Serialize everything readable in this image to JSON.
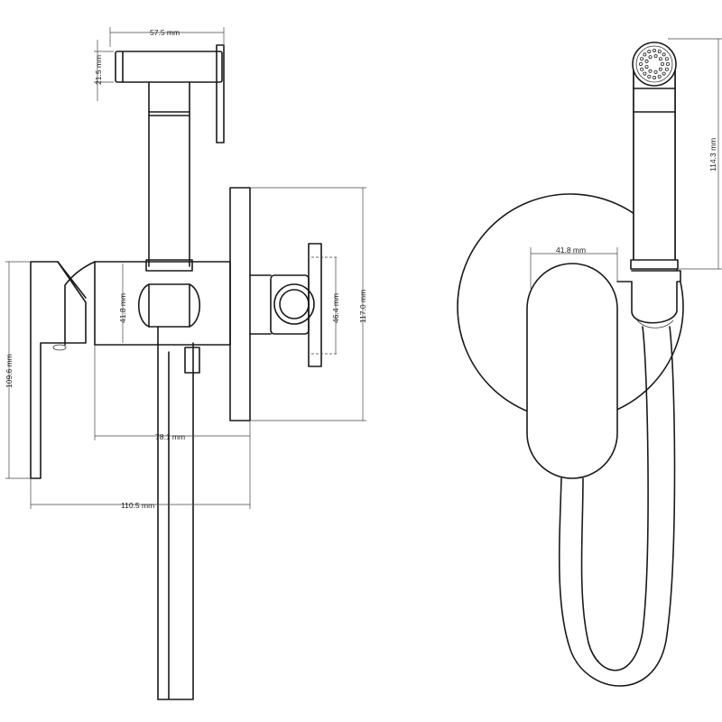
{
  "dimensions": {
    "head_length": "57.5 mm",
    "head_height": "21.5 mm",
    "body_diameter": "41.8 mm",
    "holder_height": "46.4 mm",
    "plate_height": "117.0 mm",
    "lever_height": "109.6 mm",
    "body_depth": "78.1 mm",
    "overall_depth": "110.5 mm",
    "front_body_width": "41.8 mm",
    "handshower_height": "114.3 mm"
  }
}
